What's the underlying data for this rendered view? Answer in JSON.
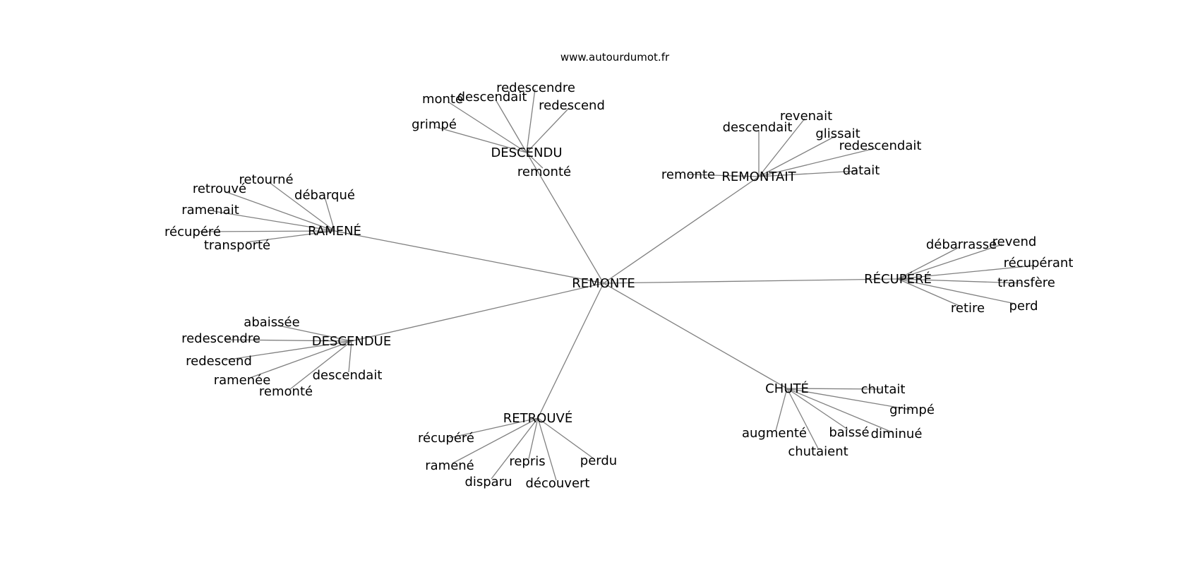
{
  "source_label": "www.autourdumot.fr",
  "colors": {
    "edge": "#808080",
    "text": "#000000",
    "background": "#ffffff"
  },
  "graph": {
    "center": {
      "id": "remonte",
      "label": "REMONTE"
    },
    "hubs": [
      {
        "id": "descendu",
        "label": "DESCENDU",
        "leaves": [
          "monté",
          "descendait",
          "redescendre",
          "redescend",
          "grimpé",
          "remonté"
        ]
      },
      {
        "id": "remontait",
        "label": "REMONTAIT",
        "leaves": [
          "revenait",
          "descendait",
          "glissait",
          "redescendait",
          "remonte",
          "datait"
        ]
      },
      {
        "id": "ramene",
        "label": "RAMENÉ",
        "leaves": [
          "retourné",
          "retrouvé",
          "débarqué",
          "ramenait",
          "récupéré",
          "transporté"
        ]
      },
      {
        "id": "recupere",
        "label": "RÉCUPÉRÉ",
        "leaves": [
          "débarrasse",
          "revend",
          "récupérant",
          "transfère",
          "retire",
          "perd"
        ]
      },
      {
        "id": "descendue",
        "label": "DESCENDUE",
        "leaves": [
          "abaissée",
          "redescendre",
          "redescend",
          "ramenée",
          "descendait",
          "remonté"
        ]
      },
      {
        "id": "chute",
        "label": "CHUTÉ",
        "leaves": [
          "chutait",
          "grimpé",
          "augmenté",
          "baissé",
          "diminué",
          "chutaient"
        ]
      },
      {
        "id": "retrouve",
        "label": "RETROUVÉ",
        "leaves": [
          "récupéré",
          "ramené",
          "repris",
          "perdu",
          "disparu",
          "découvert"
        ]
      }
    ]
  }
}
